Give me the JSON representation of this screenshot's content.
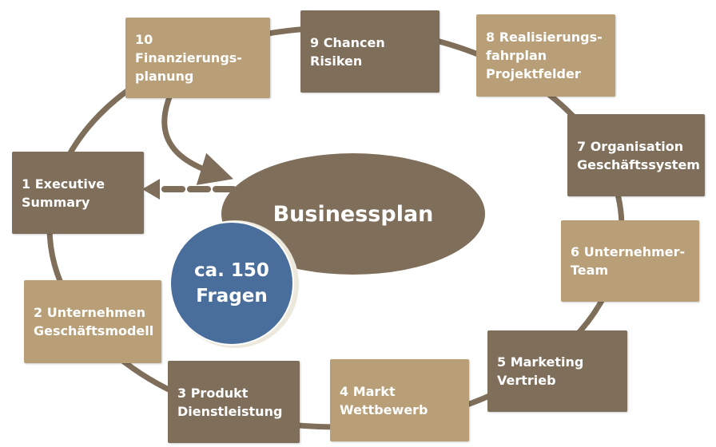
{
  "colors": {
    "dark": "#7e6e5a",
    "light": "#b89f78",
    "blue": "#4a6e9c"
  },
  "center": {
    "title": "Businessplan"
  },
  "badge": {
    "text": "ca. 150\nFragen"
  },
  "steps": [
    {
      "label": "1 Executive\nSummary"
    },
    {
      "label": "2 Unternehmen\nGeschäftsmodell"
    },
    {
      "label": "3 Produkt\nDienstleistung"
    },
    {
      "label": "4 Markt\nWettbewerb"
    },
    {
      "label": "5 Marketing\nVertrieb"
    },
    {
      "label": "6 Unternehmer-\nTeam"
    },
    {
      "label": "7 Organisation\nGeschäftssystem"
    },
    {
      "label": "8 Realisierungs-\nfahrplan\nProjektfelder"
    },
    {
      "label": "9 Chancen\nRisiken"
    },
    {
      "label": "10 Finanzierungs-\nplanung"
    }
  ]
}
